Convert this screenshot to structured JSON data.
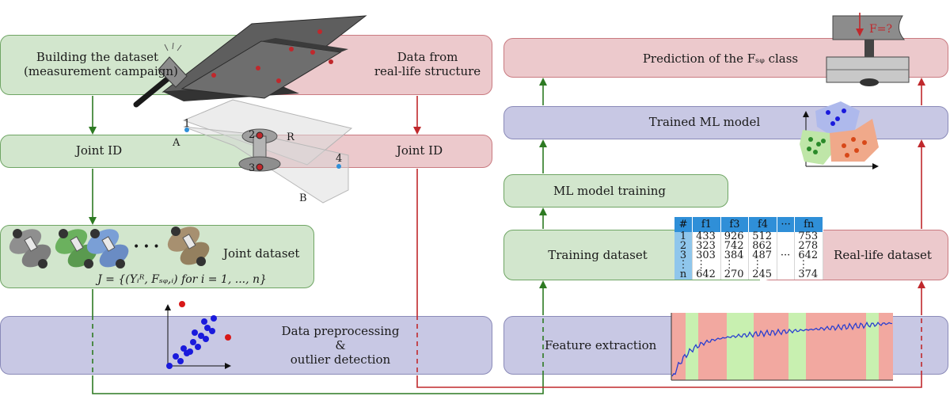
{
  "boxes": {
    "build_dataset": {
      "line1": "Building the dataset",
      "line2": "(measurement campaign)"
    },
    "real_life_data": {
      "line1": "Data from",
      "line2": "real-life structure"
    },
    "joint_id_left": "Joint ID",
    "joint_id_right": "Joint ID",
    "joint_dataset": "Joint dataset",
    "joint_formula": "J = {(Yᵢᴿ, Fₛᵩ,ᵢ) for i = 1, ..., n}",
    "preprocessing": {
      "line1": "Data preprocessing",
      "line2": "&",
      "line3": "outlier detection"
    },
    "prediction": "Prediction of the Fₛᵩ class",
    "trained_model": "Trained ML model",
    "model_training": "ML model training",
    "training_dataset": "Training dataset",
    "real_life_dataset": "Real-life dataset",
    "feature_extraction": "Feature extraction"
  },
  "joint_labels": {
    "a": "A",
    "b": "B",
    "r": "R",
    "p1": "1",
    "p2": "2",
    "p3": "3",
    "p4": "4"
  },
  "ellipsis": "• • •",
  "force_label": "F=?",
  "table": {
    "headers": [
      "#",
      "f1",
      "f3",
      "f4",
      "···",
      "fn"
    ],
    "rows": [
      [
        "1",
        "433",
        "926",
        "512",
        "",
        "753"
      ],
      [
        "2",
        "323",
        "742",
        "862",
        "",
        "278"
      ],
      [
        "3",
        "303",
        "384",
        "487",
        "···",
        "642"
      ],
      [
        "⋮",
        "⋮",
        "⋮",
        "⋮",
        "",
        "⋮"
      ],
      [
        "n",
        "642",
        "270",
        "245",
        "",
        "374"
      ]
    ]
  },
  "colors": {
    "green_arrow": "#2d7a22",
    "red_arrow": "#c0282c",
    "green_box": "#d2e6cd",
    "red_box": "#ecc9cc",
    "blue_box": "#c8c8e4",
    "table_header": "#2f8fd8"
  }
}
